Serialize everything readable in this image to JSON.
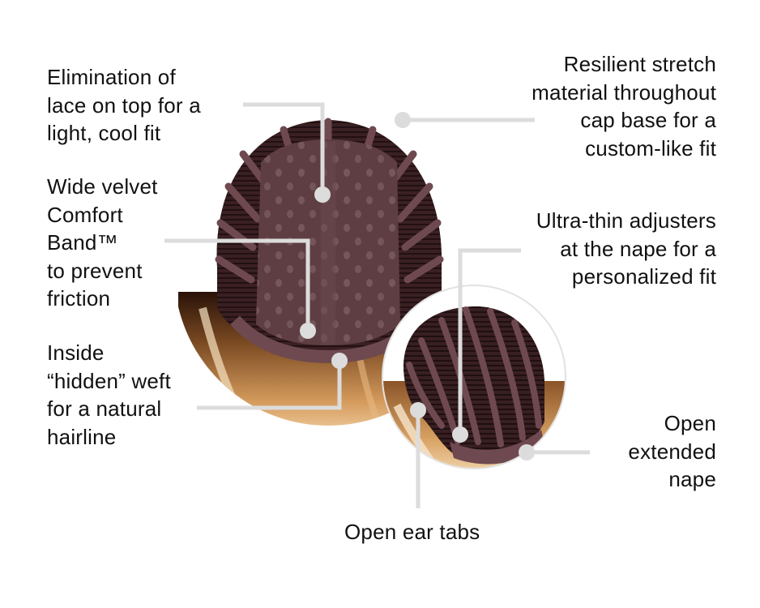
{
  "diagram": {
    "subject": "wig cap construction",
    "colors": {
      "background": "#ffffff",
      "text": "#111111",
      "connector": "#dcdcdc",
      "cap_base": "#5e3e42",
      "cap_band": "#7a565a",
      "cap_dark_weft": "#2a1416",
      "hair_dark": "#3a2010",
      "hair_light": "#d9a264",
      "inset_border": "#e2e2e2"
    },
    "callouts": [
      {
        "id": "lace-top",
        "text": "Elimination of\nlace on top for a\nlight, cool fit"
      },
      {
        "id": "comfort-band",
        "text": "Wide velvet\nComfort\nBand™\nto prevent\nfriction"
      },
      {
        "id": "hidden-weft",
        "text": "Inside\n“hidden” weft\nfor a natural\nhairline"
      },
      {
        "id": "stretch-material",
        "text": "Resilient stretch\nmaterial throughout\ncap base for a\ncustom-like fit"
      },
      {
        "id": "adjusters",
        "text": "Ultra-thin adjusters\nat the nape for a\npersonalized fit"
      },
      {
        "id": "nape",
        "text": "Open\nextended\nnape"
      },
      {
        "id": "ear-tabs",
        "text": "Open ear tabs"
      }
    ]
  }
}
